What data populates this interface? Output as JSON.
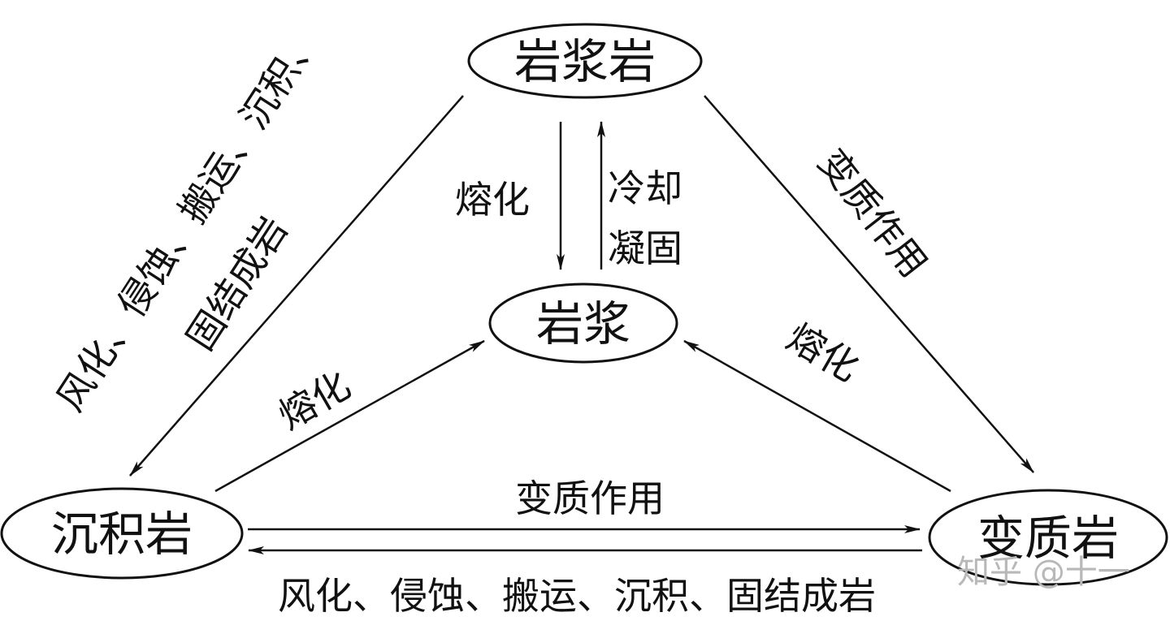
{
  "nodes": {
    "igneous": "岩浆岩",
    "magma": "岩浆",
    "sedimentary": "沉积岩",
    "metamorphic": "变质岩"
  },
  "labels": {
    "igneous_to_sed_line1": "风化、侵蚀、搬运、沉积、",
    "igneous_to_sed_line2": "固结成岩",
    "igneous_to_meta": "变质作用",
    "melt_igneous": "熔化",
    "cool_line1": "冷却",
    "cool_line2": "凝固",
    "melt_sed": "熔化",
    "melt_meta": "熔化",
    "sed_to_meta": "变质作用",
    "meta_to_sed": "风化、侵蚀、搬运、沉积、固结成岩"
  },
  "watermark": "知乎 @十一"
}
